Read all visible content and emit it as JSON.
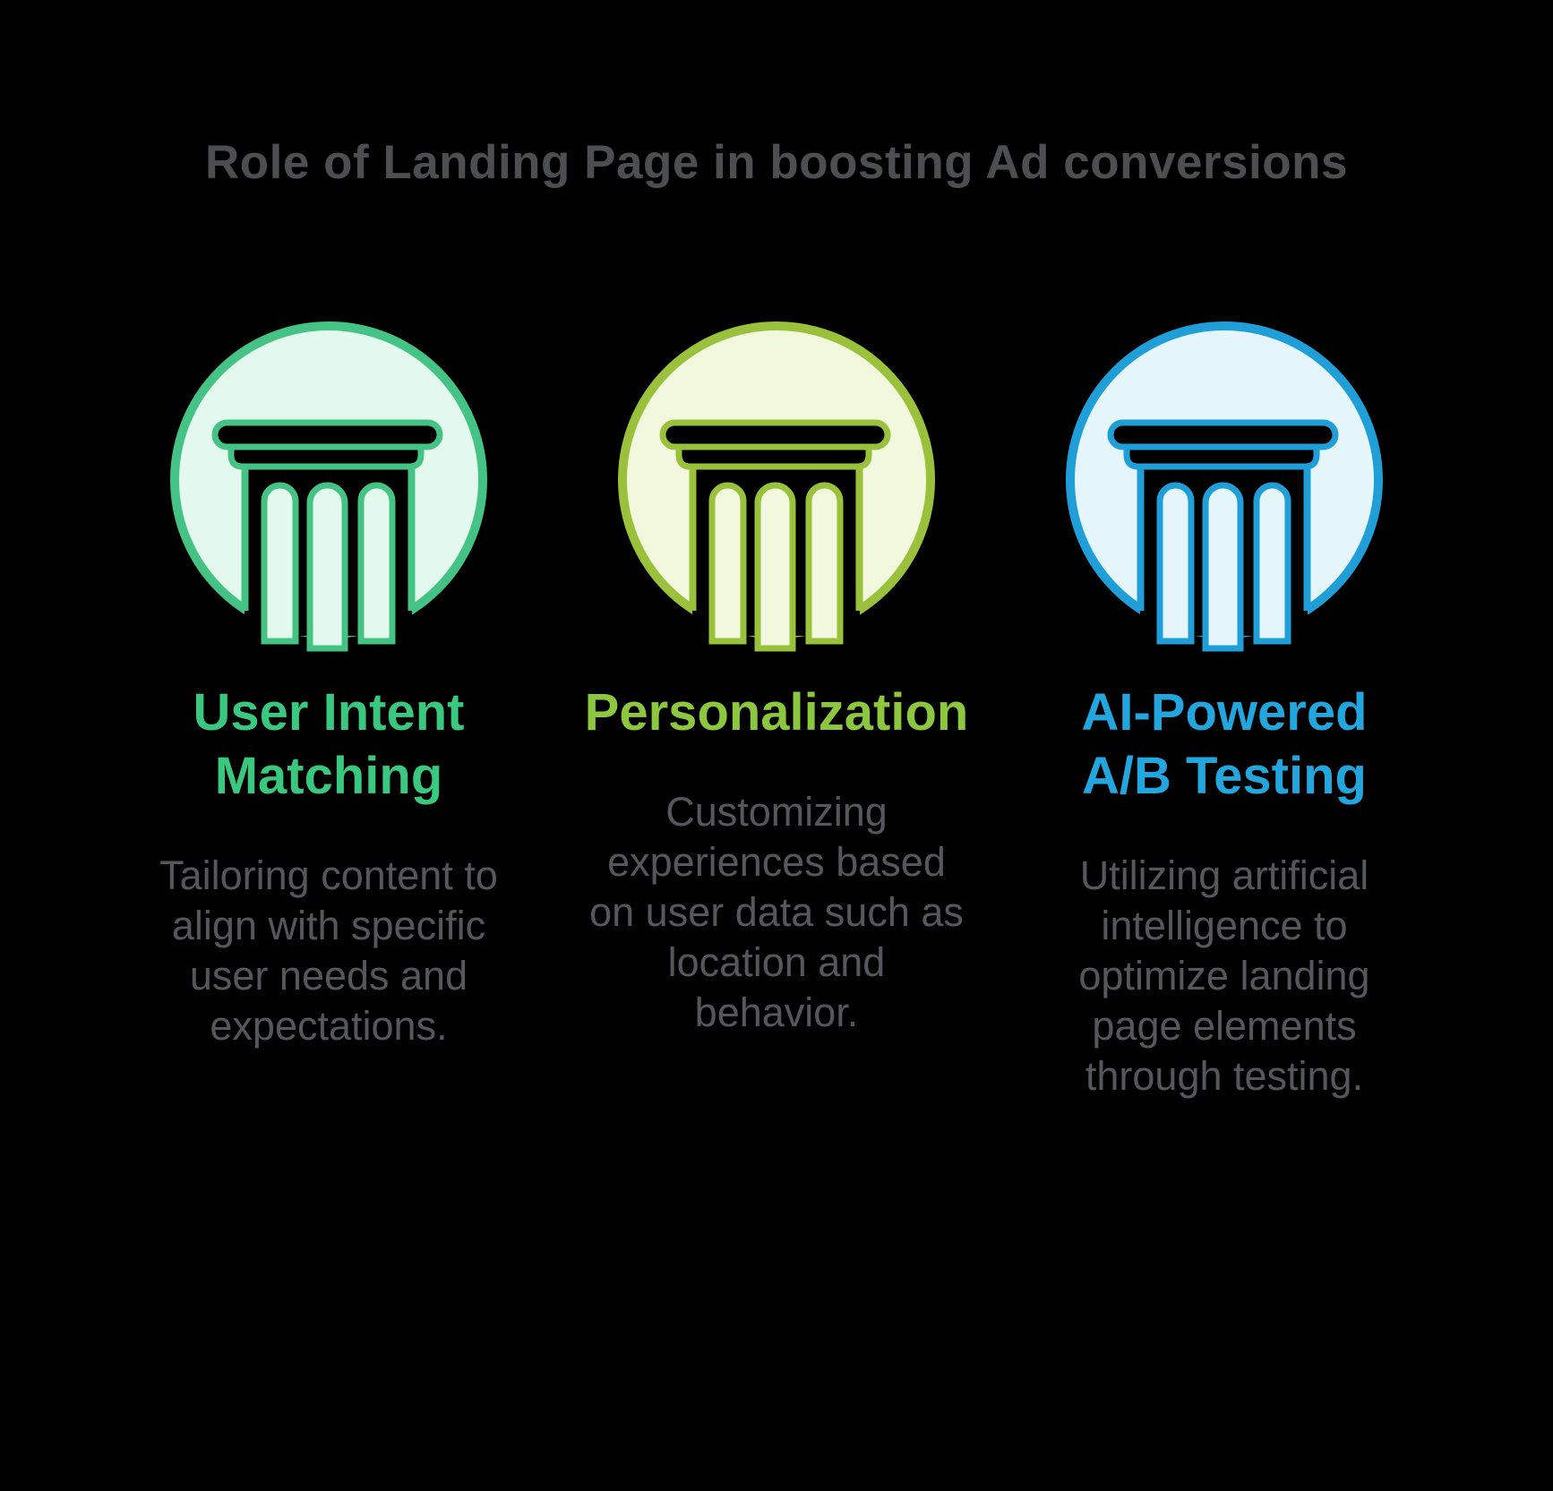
{
  "title": "Role of Landing Page in boosting Ad conversions",
  "colors": {
    "background": "#000000",
    "title": "#4D4E50",
    "description": "#56575A"
  },
  "columns": [
    {
      "id": "user-intent-matching",
      "heading": "User Intent\nMatching",
      "description": "Tailoring content to\nalign with specific\nuser needs and\nexpectations.",
      "icon": "pillar-icon",
      "accent": "#3AC77F",
      "icon_stroke": "#44C384",
      "icon_fill": "#E3F9ED"
    },
    {
      "id": "personalization",
      "heading": "Personalization",
      "description": "Customizing\nexperiences based\non user data such as\nlocation and\nbehavior.",
      "icon": "pillar-icon",
      "accent": "#8DC63F",
      "icon_stroke": "#9AC13C",
      "icon_fill": "#F2F8DD"
    },
    {
      "id": "ai-powered-ab-testing",
      "heading": "AI-Powered\nA/B Testing",
      "description": "Utilizing artificial\nintelligence to\noptimize landing\npage elements\nthrough testing.",
      "icon": "pillar-icon",
      "accent": "#23A5DD",
      "icon_stroke": "#1F9ED8",
      "icon_fill": "#E5F5FC"
    }
  ]
}
